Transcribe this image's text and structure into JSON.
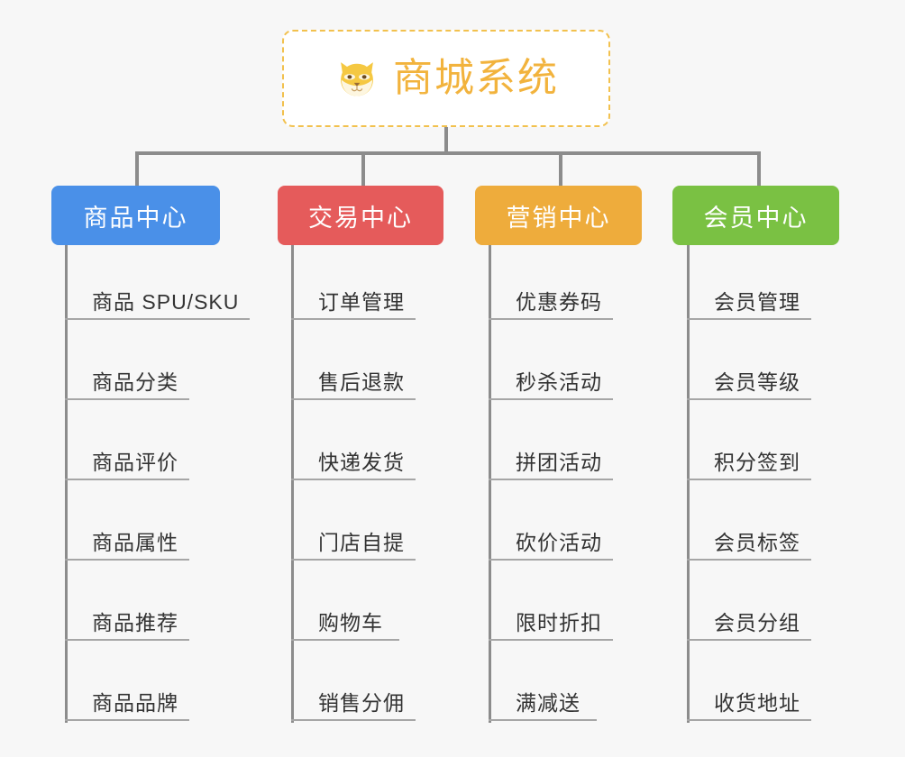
{
  "page": {
    "background_color": "#f7f7f7",
    "type": "org-chart-mindmap"
  },
  "root": {
    "title": "商城系统",
    "icon": "shiba-dog-face-emoji",
    "border_color": "#f2c14e",
    "text_color": "#f2b33d",
    "background_color": "#ffffff"
  },
  "connector_color": "#8c8c8c",
  "branches": [
    {
      "label": "商品中心",
      "color": "#4a90e8",
      "items": [
        "商品 SPU/SKU",
        "商品分类",
        "商品评价",
        "商品属性",
        "商品推荐",
        "商品品牌"
      ]
    },
    {
      "label": "交易中心",
      "color": "#e55b5b",
      "items": [
        "订单管理",
        "售后退款",
        "快递发货",
        "门店自提",
        "购物车",
        "销售分佣"
      ]
    },
    {
      "label": "营销中心",
      "color": "#eeac3c",
      "items": [
        "优惠券码",
        "秒杀活动",
        "拼团活动",
        "砍价活动",
        "限时折扣",
        "满减送"
      ]
    },
    {
      "label": "会员中心",
      "color": "#7ac143",
      "items": [
        "会员管理",
        "会员等级",
        "积分签到",
        "会员标签",
        "会员分组",
        "收货地址"
      ]
    }
  ]
}
